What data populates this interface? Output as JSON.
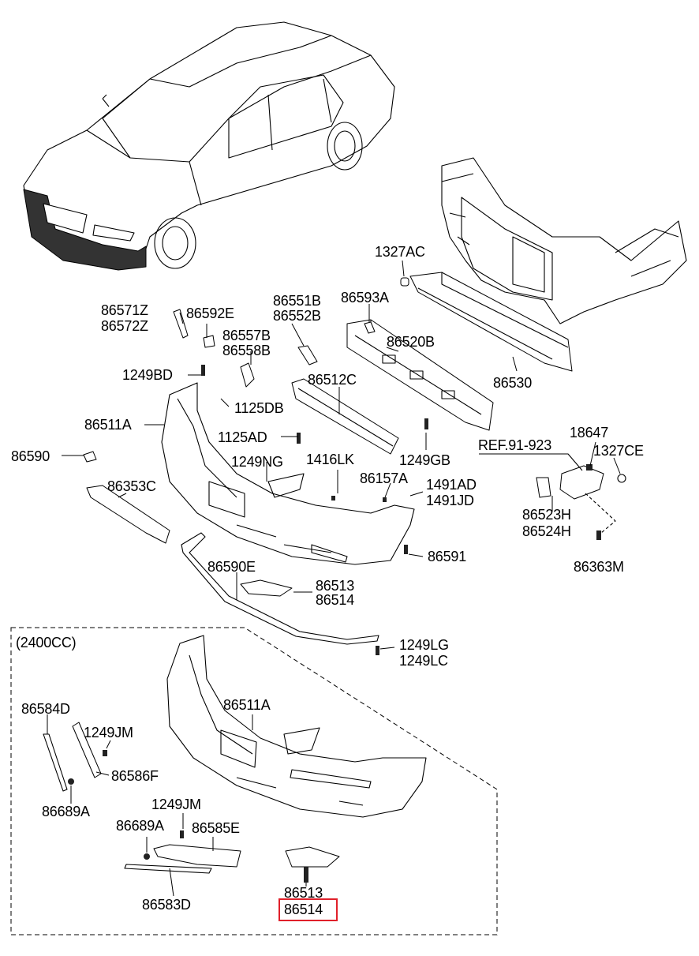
{
  "diagram": {
    "section_label": "(2400CC)",
    "ref_label": "REF.91-923",
    "highlight_color": "#e0202a",
    "parts": {
      "p86571Z": "86571Z",
      "p86572Z": "86572Z",
      "p86592E": "86592E",
      "p86551B": "86551B",
      "p86552B": "86552B",
      "p86557B": "86557B",
      "p86558B": "86558B",
      "p86593A": "86593A",
      "p1327AC": "1327AC",
      "p86520B": "86520B",
      "p86530": "86530",
      "p1249BD": "1249BD",
      "p86512C": "86512C",
      "p1125DB": "1125DB",
      "p86511A": "86511A",
      "p1125AD": "1125AD",
      "p86590": "86590",
      "p1249NG": "1249NG",
      "p1416LK": "1416LK",
      "p1249GB": "1249GB",
      "p18647": "18647",
      "p1327CE": "1327CE",
      "p86353C": "86353C",
      "p86157A": "86157A",
      "p1491AD": "1491AD",
      "p1491JD": "1491JD",
      "p86523H": "86523H",
      "p86524H": "86524H",
      "p86591": "86591",
      "p86363M": "86363M",
      "p86590E": "86590E",
      "p86513": "86513",
      "p86514": "86514",
      "p1249LG": "1249LG",
      "p1249LC": "1249LC",
      "p86511A_b": "86511A",
      "p86584D": "86584D",
      "p1249JM": "1249JM",
      "p86586F": "86586F",
      "p86689A": "86689A",
      "p1249JM_b": "1249JM",
      "p86689A_b": "86689A",
      "p86585E": "86585E",
      "p86583D": "86583D",
      "p86513_b": "86513",
      "p86514_b": "86514"
    }
  }
}
